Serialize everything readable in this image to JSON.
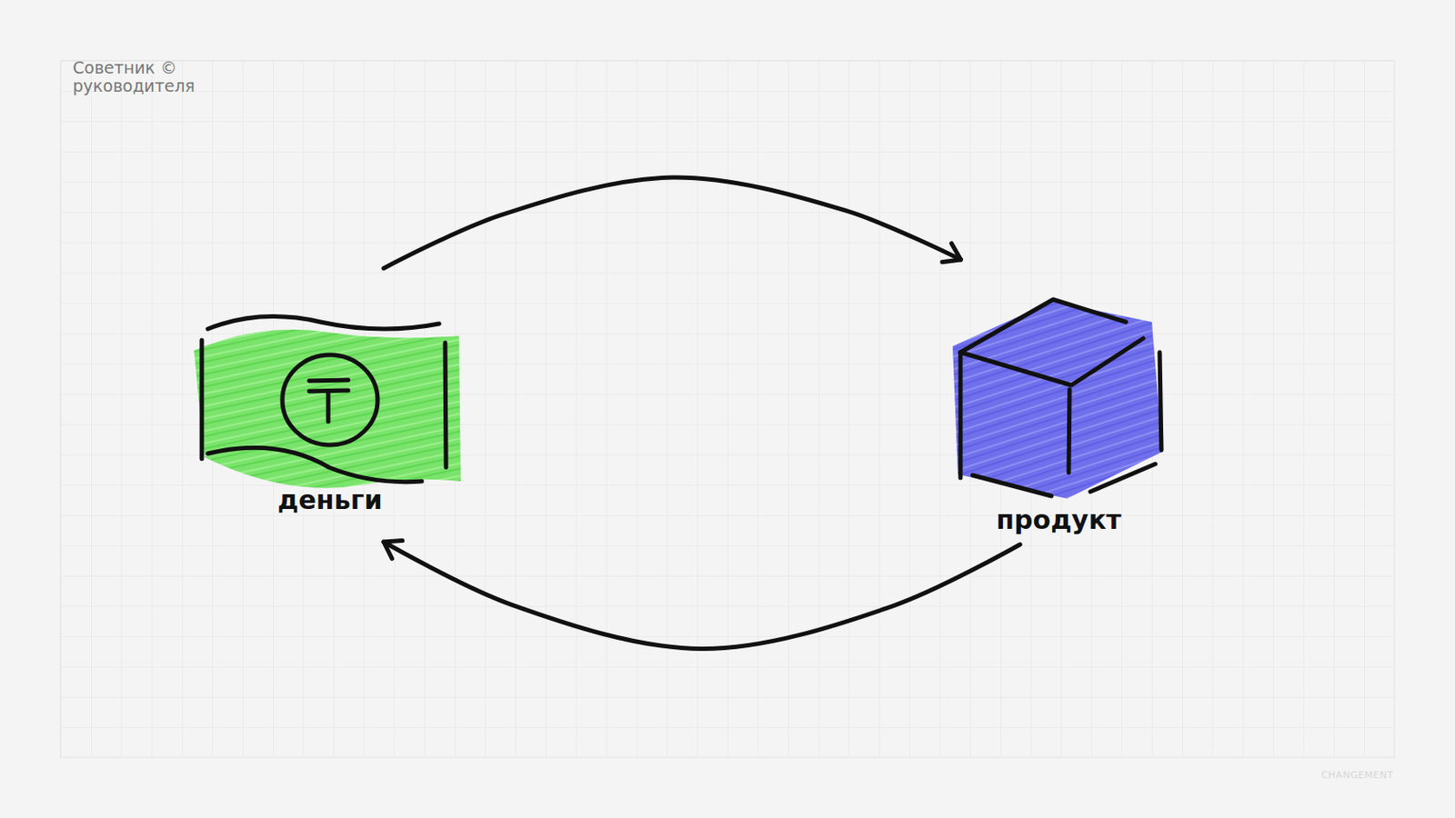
{
  "diagram": {
    "nodes": [
      {
        "text": [
          "деньги"
        ]
      },
      {
        "text": [
          "продукт"
        ]
      }
    ],
    "edges": [
      {
        "from": 0,
        "to": 1,
        "arrow": "to"
      },
      {
        "from": 1,
        "to": 0,
        "arrow": "to"
      }
    ],
    "labels": [
      "Советник © руководителя",
      "CHANGEMENT"
    ]
  }
}
